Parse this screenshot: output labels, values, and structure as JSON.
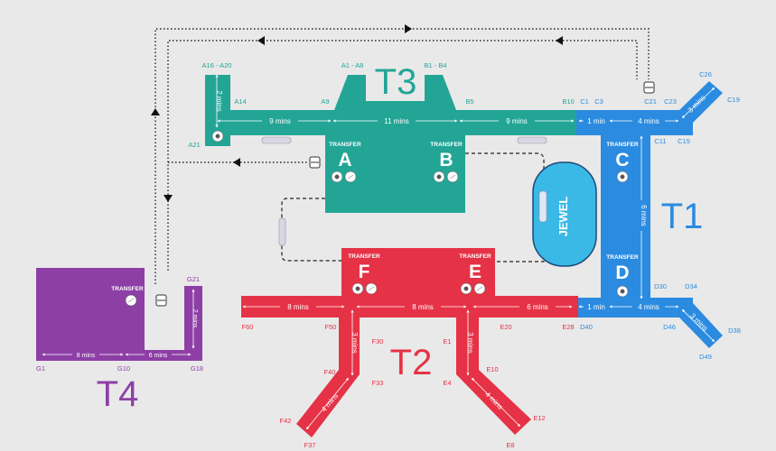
{
  "colors": {
    "t1": "#2b8be0",
    "t2": "#e63246",
    "t3": "#23a596",
    "t4": "#8d3fa6",
    "jewel": "#3ab8e6",
    "background": "#e9e9e9"
  },
  "terminals": {
    "t1": "T1",
    "t2": "T2",
    "t3": "T3",
    "t4": "T4",
    "jewel": "JEWEL"
  },
  "transfer_label": "TRANSFER",
  "transfer_areas": [
    "A",
    "B",
    "C",
    "D",
    "E",
    "F"
  ],
  "gate_labels": {
    "a16_a20": "A16 - A20",
    "a1_a8": "A1 - A8",
    "b1_b4": "B1 - B4",
    "a14": "A14",
    "a9": "A9",
    "a21": "A21",
    "b5": "B5",
    "b10": "B10",
    "c1": "C1",
    "c3": "C3",
    "c21": "C21",
    "c23": "C23",
    "c26": "C26",
    "c19": "C19",
    "c11": "C11",
    "c15": "C15",
    "d30": "D30",
    "d34": "D34",
    "d40": "D40",
    "d46": "D46",
    "d38": "D38",
    "d49": "D49",
    "e28": "E28",
    "e20": "E20",
    "e1": "E1",
    "e4": "E4",
    "e10": "E10",
    "e12": "E12",
    "e8": "E8",
    "f60": "F60",
    "f50": "F50",
    "f30": "F30",
    "f33": "F33",
    "f40": "F40",
    "f42": "F42",
    "f37": "F37",
    "g21": "G21",
    "g1": "G1",
    "g10": "G10",
    "g18": "G18"
  },
  "walk_times": {
    "t3_a_vertical": "2 mins",
    "t3_left": "9 mins",
    "t3_mid": "11 mins",
    "t3_right": "9 mins",
    "t1_top_1": "1 min",
    "t1_top_4": "4 mins",
    "t1_c_arm": "3 mins",
    "t1_vertical": "6 mins",
    "t1_bottom_1": "1 min",
    "t1_bottom_4": "4 mins",
    "t1_d_arm": "3 mins",
    "t2_left": "8 mins",
    "t2_mid": "8 mins",
    "t2_right": "6 mins",
    "t2_f_vertical": "3 mins",
    "t2_e_vertical": "3 mins",
    "t2_f_diag": "4 mins",
    "t2_e_diag": "4 mins",
    "t4_left": "8 mins",
    "t4_right": "6 mins",
    "t4_vertical": "2 mins"
  },
  "icons": [
    "bus-icon",
    "skytrain-icon",
    "immigration-icon",
    "baggage-icon",
    "arrow-icon"
  ]
}
